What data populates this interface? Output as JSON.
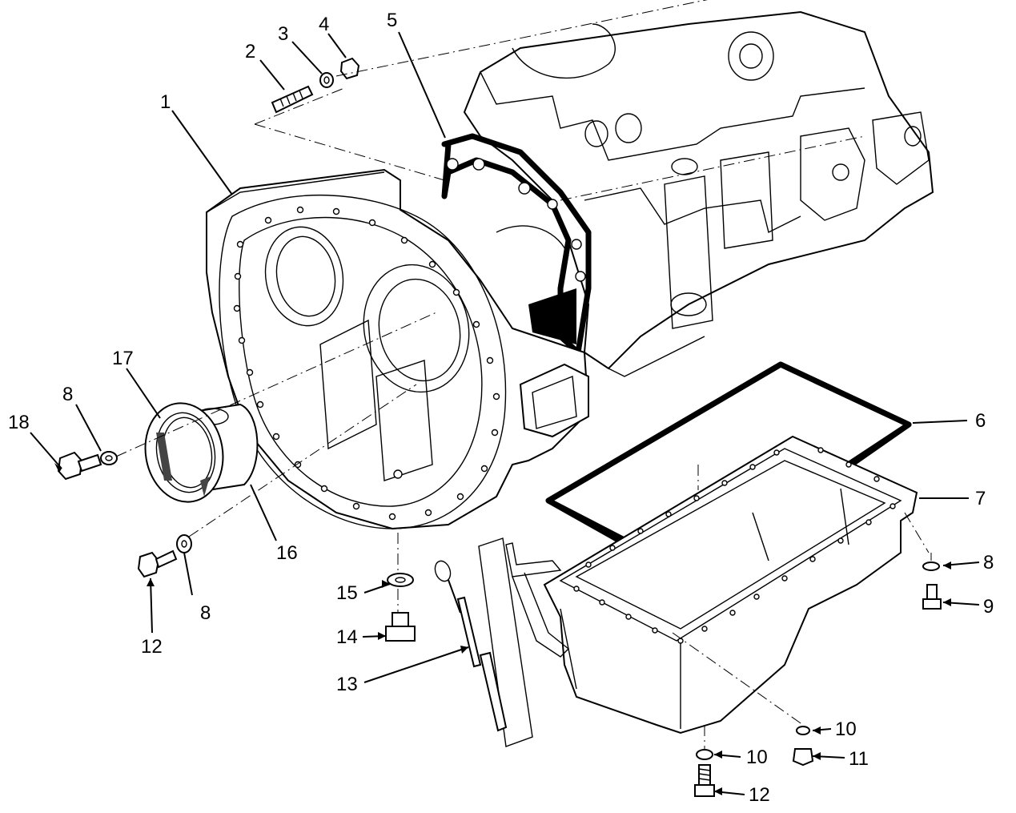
{
  "diagram": {
    "callouts": [
      {
        "id": "c1",
        "label": "1"
      },
      {
        "id": "c2",
        "label": "2"
      },
      {
        "id": "c3",
        "label": "3"
      },
      {
        "id": "c4",
        "label": "4"
      },
      {
        "id": "c5",
        "label": "5"
      },
      {
        "id": "c6",
        "label": "6"
      },
      {
        "id": "c7",
        "label": "7"
      },
      {
        "id": "c8a",
        "label": "8"
      },
      {
        "id": "c8b",
        "label": "8"
      },
      {
        "id": "c8c",
        "label": "8"
      },
      {
        "id": "c9",
        "label": "9"
      },
      {
        "id": "c10a",
        "label": "10"
      },
      {
        "id": "c10b",
        "label": "10"
      },
      {
        "id": "c11",
        "label": "11"
      },
      {
        "id": "c12a",
        "label": "12"
      },
      {
        "id": "c12b",
        "label": "12"
      },
      {
        "id": "c13",
        "label": "13"
      },
      {
        "id": "c14",
        "label": "14"
      },
      {
        "id": "c15",
        "label": "15"
      },
      {
        "id": "c16",
        "label": "16"
      },
      {
        "id": "c17",
        "label": "17"
      },
      {
        "id": "c18",
        "label": "18"
      }
    ]
  }
}
